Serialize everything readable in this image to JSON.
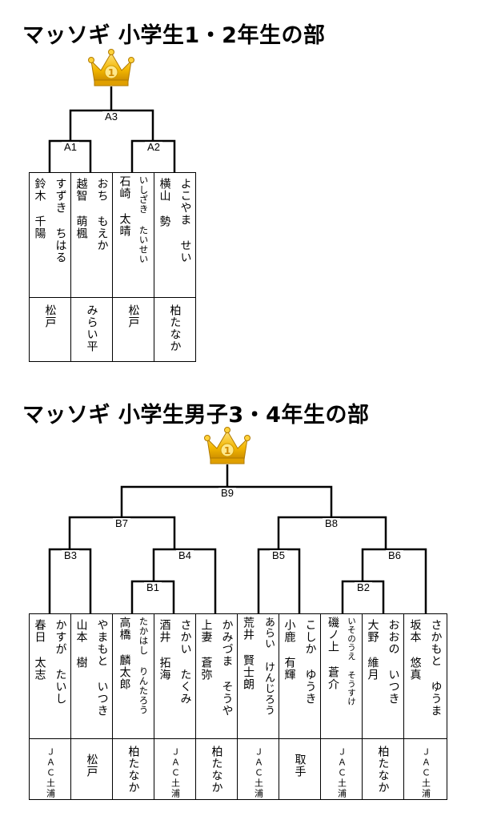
{
  "section1": {
    "title": "マッソギ 小学生1・2年生の部",
    "matches": {
      "final": "A3",
      "semi_left": "A1",
      "semi_right": "A2"
    },
    "players": [
      {
        "kana": "すずき ちはる",
        "kanji": "鈴木 千陽",
        "club": "松戸"
      },
      {
        "kana": "おち もえか",
        "kanji": "越智 萌楓",
        "club": "みらい平"
      },
      {
        "kana": "いしざき たいせい",
        "kanji": "石崎 太晴",
        "club": "松戸"
      },
      {
        "kana": "よこやま せい",
        "kanji": "横山 勢",
        "club": "柏たなか"
      }
    ]
  },
  "section2": {
    "title": "マッソギ 小学生男子3・4年生の部",
    "matches": {
      "final": "B9",
      "semi_left": "B7",
      "semi_right": "B8",
      "q1": "B3",
      "q2": "B4",
      "q3": "B5",
      "q4": "B6",
      "r1": "B1",
      "r2": "B2"
    },
    "players": [
      {
        "kana": "かすが たいし",
        "kanji": "春日 太志",
        "club": "ＪＡＣ土浦"
      },
      {
        "kana": "やまもと いつき",
        "kanji": "山本 樹",
        "club": "松戸"
      },
      {
        "kana": "たかはし りんたろう",
        "kanji": "高橋 麟太郎",
        "club": "柏たなか"
      },
      {
        "kana": "さかい たくみ",
        "kanji": "酒井 拓海",
        "club": "ＪＡＣ土浦"
      },
      {
        "kana": "かみづま そうや",
        "kanji": "上妻 蒼弥",
        "club": "柏たなか"
      },
      {
        "kana": "あらい けんじろう",
        "kanji": "荒井 賢士朗",
        "club": "ＪＡＣ土浦"
      },
      {
        "kana": "こしか ゆうき",
        "kanji": "小鹿 有輝",
        "club": "取手"
      },
      {
        "kana": "いそのうえ そうすけ",
        "kanji": "磯ノ上 蒼介",
        "club": "ＪＡＣ土浦"
      },
      {
        "kana": "おおの いつき",
        "kanji": "大野 維月",
        "club": "柏たなか"
      },
      {
        "kana": "さかもと ゆうま",
        "kanji": "坂本 悠真",
        "club": "ＪＡＣ土浦"
      }
    ]
  },
  "icons": {
    "trophy": "crown-icon",
    "crown_color": "#f2b600"
  }
}
